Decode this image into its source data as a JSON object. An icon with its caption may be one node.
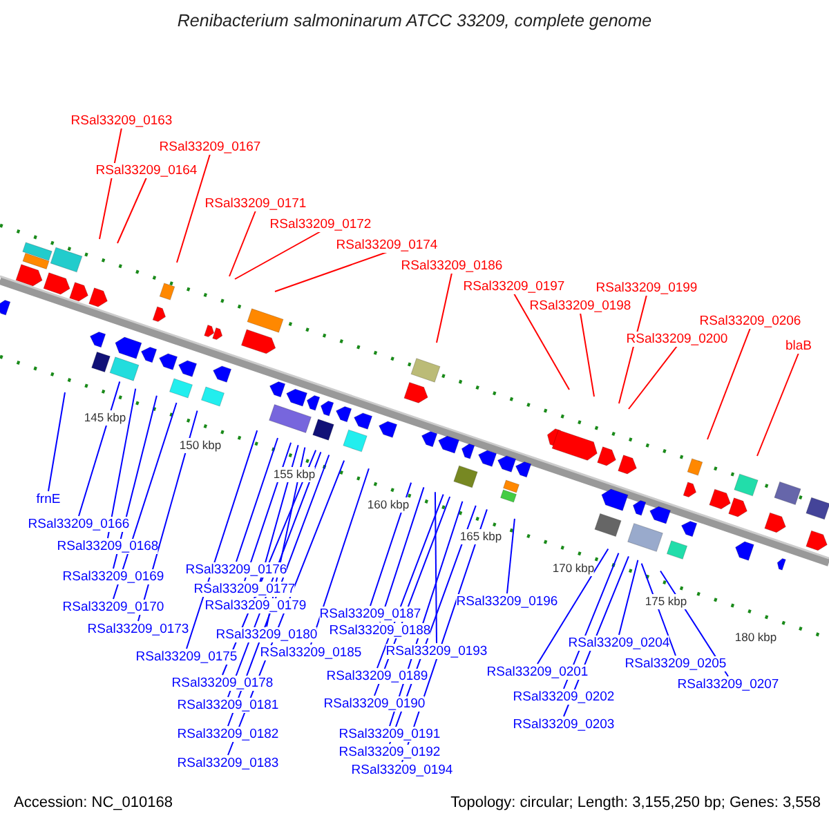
{
  "diagram": {
    "title": "Renibacterium salmoninarum ATCC 33209, complete genome",
    "nodes": [
      {
        "text": [
          "RSal33209_0163"
        ]
      },
      {
        "text": [
          "RSal33209_0164"
        ]
      },
      {
        "text": [
          "RSal33209_0167"
        ]
      },
      {
        "text": [
          "RSal33209_0171"
        ]
      },
      {
        "text": [
          "RSal33209_0172"
        ]
      },
      {
        "text": [
          "RSal33209_0174"
        ]
      },
      {
        "text": [
          "RSal33209_0186"
        ]
      },
      {
        "text": [
          "RSal33209_0197"
        ]
      },
      {
        "text": [
          "RSal33209_0198"
        ]
      },
      {
        "text": [
          "RSal33209_0199"
        ]
      },
      {
        "text": [
          "RSal33209_0200"
        ]
      },
      {
        "text": [
          "RSal33209_0206"
        ]
      },
      {
        "text": [
          "blaB"
        ]
      },
      {
        "text": [
          "frnE"
        ]
      },
      {
        "text": [
          "RSal33209_0166"
        ]
      },
      {
        "text": [
          "RSal33209_0168"
        ]
      },
      {
        "text": [
          "RSal33209_0169"
        ]
      },
      {
        "text": [
          "RSal33209_0170"
        ]
      },
      {
        "text": [
          "RSal33209_0173"
        ]
      },
      {
        "text": [
          "RSal33209_0175"
        ]
      },
      {
        "text": [
          "RSal33209_0176"
        ]
      },
      {
        "text": [
          "RSal33209_0177"
        ]
      },
      {
        "text": [
          "RSal33209_0178"
        ]
      },
      {
        "text": [
          "RSal33209_0179"
        ]
      },
      {
        "text": [
          "RSal33209_0180"
        ]
      },
      {
        "text": [
          "RSal33209_0181"
        ]
      },
      {
        "text": [
          "RSal33209_0182"
        ]
      },
      {
        "text": [
          "RSal33209_0183"
        ]
      },
      {
        "text": [
          "RSal33209_0185"
        ]
      },
      {
        "text": [
          "RSal33209_0187"
        ]
      },
      {
        "text": [
          "RSal33209_0188"
        ]
      },
      {
        "text": [
          "RSal33209_0189"
        ]
      },
      {
        "text": [
          "RSal33209_0190"
        ]
      },
      {
        "text": [
          "RSal33209_0191"
        ]
      },
      {
        "text": [
          "RSal33209_0192"
        ]
      },
      {
        "text": [
          "RSal33209_0193"
        ]
      },
      {
        "text": [
          "RSal33209_0194"
        ]
      },
      {
        "text": [
          "RSal33209_0196"
        ]
      },
      {
        "text": [
          "RSal33209_0201"
        ]
      },
      {
        "text": [
          "RSal33209_0202"
        ]
      },
      {
        "text": [
          "RSal33209_0203"
        ]
      },
      {
        "text": [
          "RSal33209_0204"
        ]
      },
      {
        "text": [
          "RSal33209_0205"
        ]
      },
      {
        "text": [
          "RSal33209_0207"
        ]
      }
    ],
    "edges": [
      {
        "from": 0,
        "to": null,
        "arrow": "none",
        "color": "#ff0000"
      },
      {
        "from": 1,
        "to": null,
        "arrow": "none",
        "color": "#ff0000"
      },
      {
        "from": 2,
        "to": null,
        "arrow": "none",
        "color": "#ff0000"
      },
      {
        "from": 3,
        "to": null,
        "arrow": "none",
        "color": "#ff0000"
      },
      {
        "from": 4,
        "to": null,
        "arrow": "none",
        "color": "#ff0000"
      },
      {
        "from": 5,
        "to": null,
        "arrow": "none",
        "color": "#ff0000"
      },
      {
        "from": 6,
        "to": null,
        "arrow": "none",
        "color": "#ff0000"
      },
      {
        "from": 7,
        "to": null,
        "arrow": "none",
        "color": "#ff0000"
      },
      {
        "from": 8,
        "to": null,
        "arrow": "none",
        "color": "#ff0000"
      },
      {
        "from": 9,
        "to": null,
        "arrow": "none",
        "color": "#ff0000"
      },
      {
        "from": 10,
        "to": null,
        "arrow": "none",
        "color": "#ff0000"
      },
      {
        "from": 11,
        "to": null,
        "arrow": "none",
        "color": "#ff0000"
      },
      {
        "from": 12,
        "to": null,
        "arrow": "none",
        "color": "#ff0000"
      },
      {
        "from": 13,
        "to": null,
        "arrow": "none"
      },
      {
        "from": 14,
        "to": null,
        "arrow": "none"
      },
      {
        "from": 15,
        "to": null,
        "arrow": "none"
      },
      {
        "from": 16,
        "to": null,
        "arrow": "none"
      },
      {
        "from": 17,
        "to": null,
        "arrow": "none"
      },
      {
        "from": 18,
        "to": null,
        "arrow": "none"
      },
      {
        "from": 19,
        "to": null,
        "arrow": "none"
      },
      {
        "from": 20,
        "to": null,
        "arrow": "none"
      },
      {
        "from": 21,
        "to": null,
        "arrow": "none"
      },
      {
        "from": 22,
        "to": null,
        "arrow": "none"
      },
      {
        "from": 23,
        "to": null,
        "arrow": "none"
      },
      {
        "from": 24,
        "to": null,
        "arrow": "none"
      },
      {
        "from": 25,
        "to": null,
        "arrow": "none"
      },
      {
        "from": 26,
        "to": null,
        "arrow": "none"
      },
      {
        "from": 27,
        "to": null,
        "arrow": "none"
      },
      {
        "from": 28,
        "to": null,
        "arrow": "none"
      },
      {
        "from": 29,
        "to": null,
        "arrow": "none"
      },
      {
        "from": 30,
        "to": null,
        "arrow": "none"
      },
      {
        "from": 31,
        "to": null,
        "arrow": "none"
      },
      {
        "from": 32,
        "to": null,
        "arrow": "none"
      },
      {
        "from": 33,
        "to": null,
        "arrow": "none"
      },
      {
        "from": 34,
        "to": null,
        "arrow": "none"
      },
      {
        "from": 35,
        "to": null,
        "arrow": "none"
      },
      {
        "from": 36,
        "to": null,
        "arrow": "none"
      },
      {
        "from": 37,
        "to": null,
        "arrow": "none"
      },
      {
        "from": 38,
        "to": null,
        "arrow": "none"
      },
      {
        "from": 39,
        "to": null,
        "arrow": "none"
      },
      {
        "from": 40,
        "to": null,
        "arrow": "none"
      },
      {
        "from": 41,
        "to": null,
        "arrow": "none"
      },
      {
        "from": 42,
        "to": null,
        "arrow": "none"
      },
      {
        "from": 43,
        "to": null,
        "arrow": "none"
      }
    ],
    "labels": [
      "145 kbp",
      "150 kbp",
      "155 kbp",
      "160 kbp",
      "165 kbp",
      "170 kbp",
      "175 kbp",
      "180 kbp",
      "Accession: NC_010168",
      "Topology: circular; Length: 3,155,250 bp; Genes: 3,558"
    ]
  }
}
